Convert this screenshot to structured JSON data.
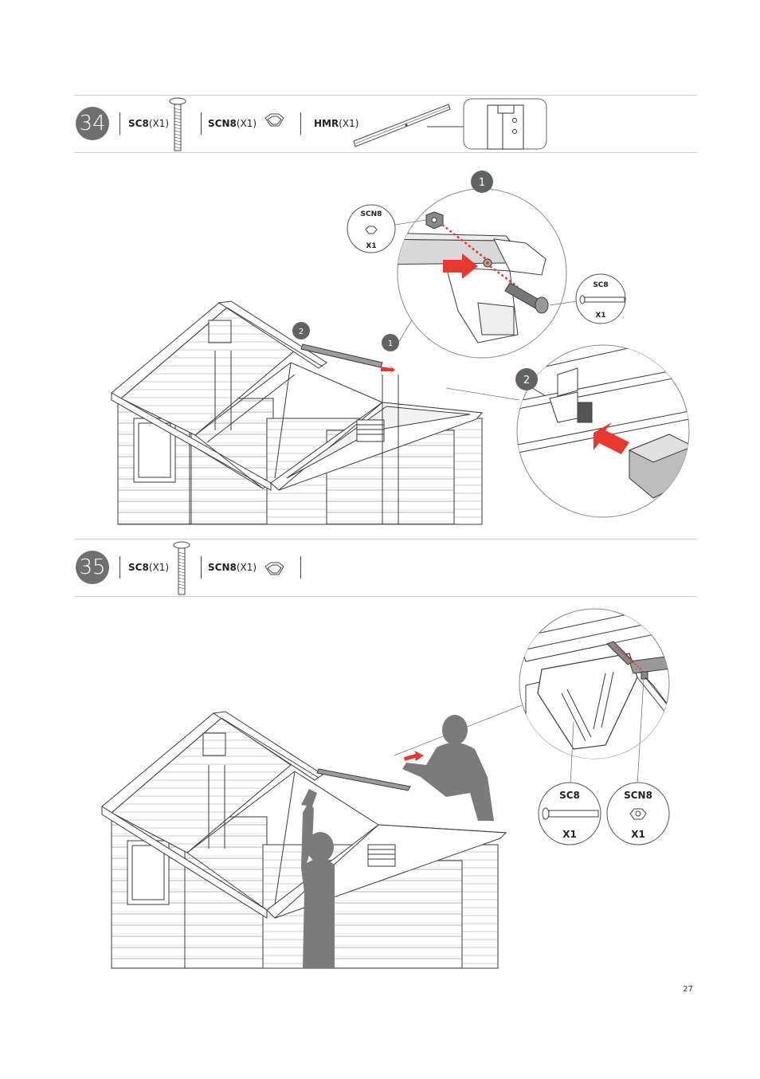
{
  "step34": {
    "number": "34",
    "parts": [
      {
        "code": "SC8",
        "qty": "(X1)"
      },
      {
        "code": "SCN8",
        "qty": "(X1)"
      },
      {
        "code": "HMR",
        "qty": "(X1)"
      }
    ],
    "callout_1": {
      "badge": "1",
      "nut_label": "SCN8",
      "nut_qty": "X1",
      "screw_label": "SC8",
      "screw_qty": "X1"
    },
    "callout_2": {
      "badge": "2"
    },
    "main_badges": [
      "2",
      "1"
    ]
  },
  "step35": {
    "number": "35",
    "parts": [
      {
        "code": "SC8",
        "qty": "(X1)"
      },
      {
        "code": "SCN8",
        "qty": "(X1)"
      }
    ],
    "screw_label": "SC8",
    "screw_qty": "X1",
    "nut_label": "SCN8",
    "nut_qty": "X1"
  },
  "page_number": "27",
  "colors": {
    "accent_red": "#e8382f",
    "badge_grey": "#5f6462",
    "line": "#3a3a3a"
  }
}
